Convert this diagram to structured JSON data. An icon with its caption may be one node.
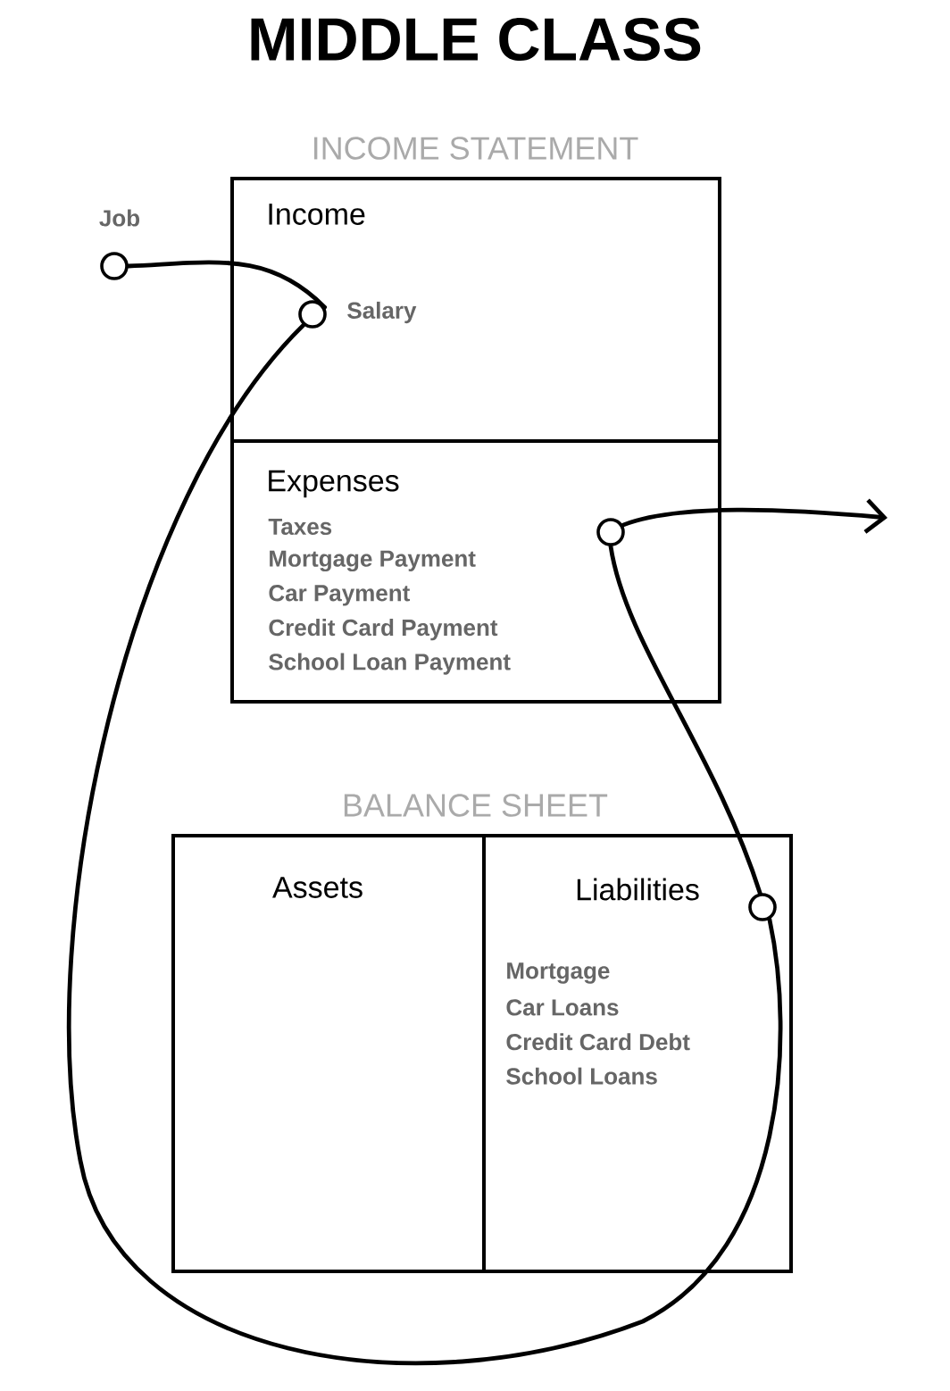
{
  "diagram": {
    "title": "MIDDLE CLASS",
    "nodes": [
      {
        "text": [
          "Income"
        ]
      },
      {
        "text": [
          "Expenses",
          "Taxes",
          "Mortgage Payment",
          "Car Payment",
          "Credit Card Payment",
          "School Loan Payment"
        ]
      },
      {
        "text": [
          "Assets"
        ]
      },
      {
        "text": [
          "Liabilities",
          "Mortgage",
          "Car Loans",
          "Credit Card Debt",
          "School Loans"
        ]
      },
      {
        "text": [],
        "shape": "circle",
        "beside": [
          "Job"
        ]
      },
      {
        "text": [],
        "shape": "circle",
        "in": 0,
        "beside": [
          "Salary"
        ]
      },
      {
        "text": [],
        "shape": "circle",
        "in": 1
      },
      {
        "text": [],
        "shape": "circle",
        "in": 3
      }
    ],
    "edges": [
      {
        "from": 4,
        "to": 5,
        "arrow": "none"
      },
      {
        "from": 5,
        "to": 7,
        "arrow": "none"
      },
      {
        "from": 7,
        "to": 6,
        "arrow": "none"
      },
      {
        "from": 6,
        "to": null,
        "arrow": "to"
      }
    ],
    "labels": [
      "INCOME STATEMENT",
      "BALANCE SHEET"
    ]
  }
}
